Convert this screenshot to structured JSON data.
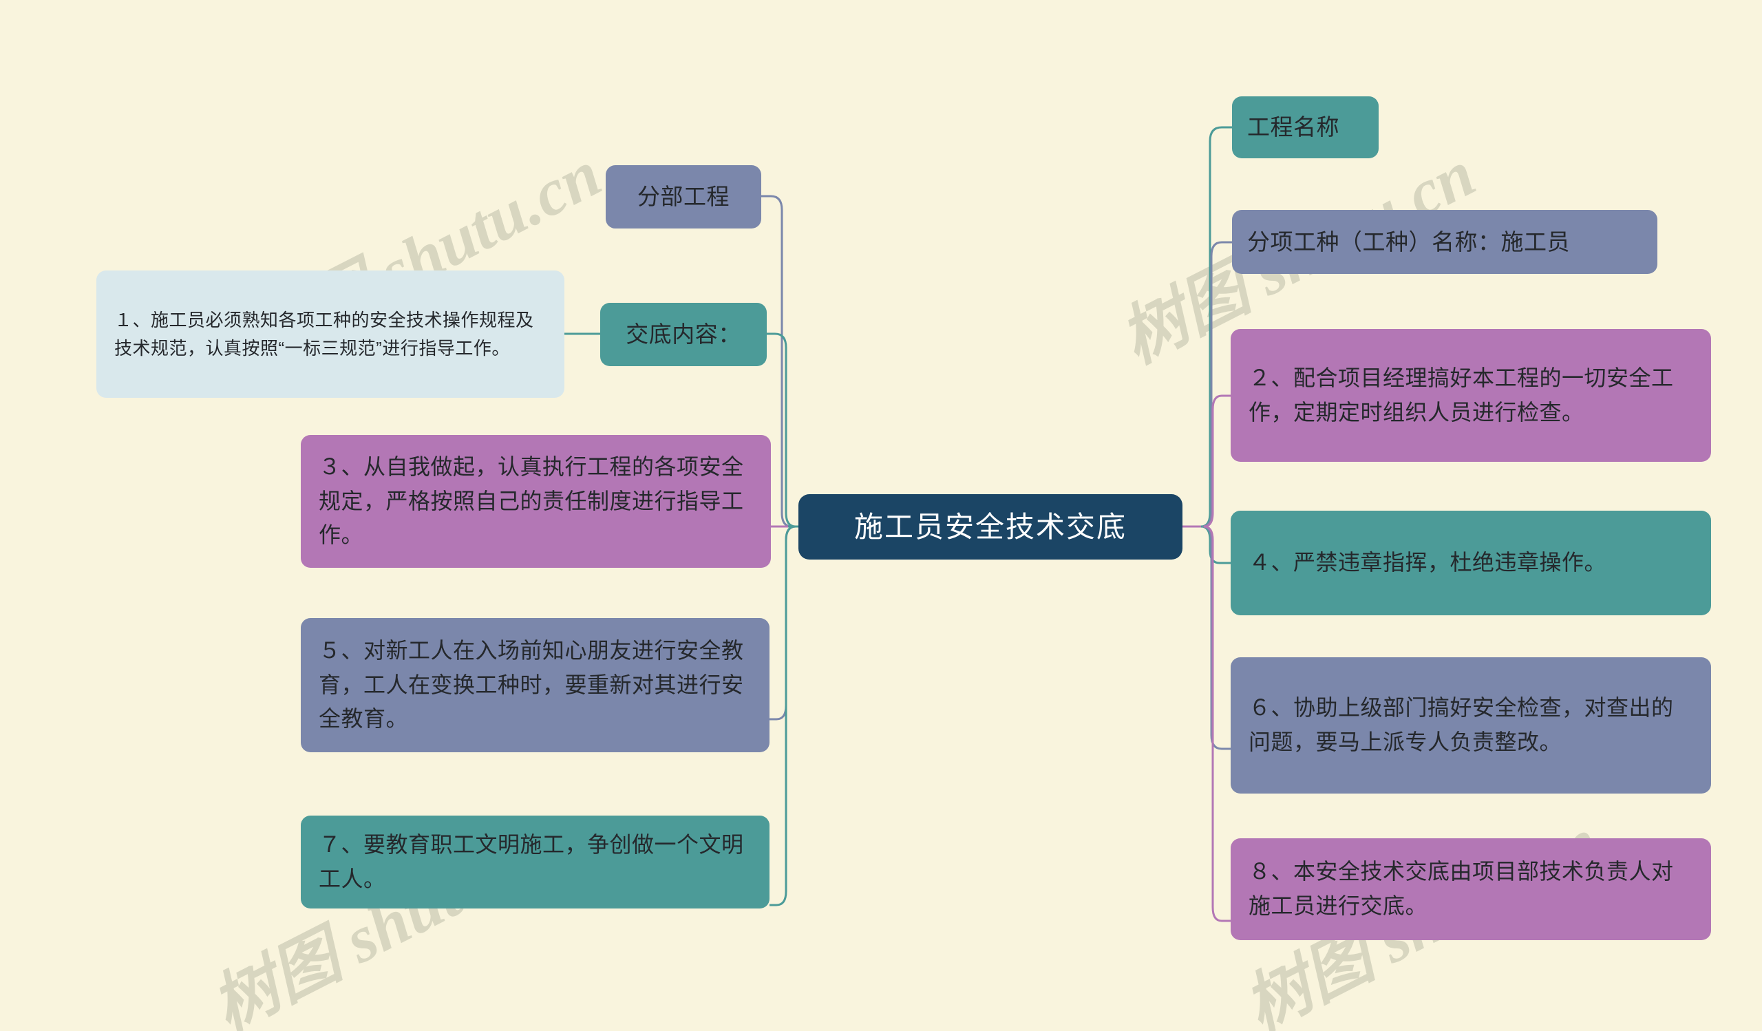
{
  "canvas": {
    "background_color": "#f9f4dd",
    "watermark_text": "树图 shutu.cn"
  },
  "palette": {
    "root": "#1b4565",
    "teal": "#4c9b98",
    "slate": "#7b87ab",
    "orchid": "#b377b5",
    "ice": "#d9e8ec",
    "background": "#f9f4dd",
    "watermark": "#d8d6c0"
  },
  "mindmap": {
    "root": {
      "label": "施工员安全技术交底",
      "color": "#1b4565"
    },
    "left_branches": [
      {
        "id": "left-1",
        "label": "分部工程",
        "color": "#7b87ab"
      },
      {
        "id": "left-2",
        "label": "交底内容：",
        "color": "#4c9b98"
      },
      {
        "id": "left-3",
        "label": "１、施工员必须熟知各项工种的安全技术操作规程及技术规范，认真按照“一标三规范”进行指导工作。",
        "color": "#d9e8ec"
      },
      {
        "id": "left-4",
        "label": "３、从自我做起，认真执行工程的各项安全规定，严格按照自己的责任制度进行指导工作。",
        "color": "#b377b5"
      },
      {
        "id": "left-5",
        "label": "５、对新工人在入场前知心朋友进行安全教育，工人在变换工种时，要重新对其进行安全教育。",
        "color": "#7b87ab"
      },
      {
        "id": "left-6",
        "label": "７、要教育职工文明施工，争创做一个文明工人。",
        "color": "#4c9b98"
      }
    ],
    "right_branches": [
      {
        "id": "right-1",
        "label": "工程名称",
        "color": "#4c9b98"
      },
      {
        "id": "right-2",
        "label": "分项工种（工种）名称：施工员",
        "color": "#7b87ab"
      },
      {
        "id": "right-3",
        "label": "２、配合项目经理搞好本工程的一切安全工作，定期定时组织人员进行检查。",
        "color": "#b377b5"
      },
      {
        "id": "right-4",
        "label": "４、严禁违章指挥，杜绝违章操作。",
        "color": "#4c9b98"
      },
      {
        "id": "right-5",
        "label": "６、协助上级部门搞好安全检查，对查出的问题，要马上派专人负责整改。",
        "color": "#7b87ab"
      },
      {
        "id": "right-6",
        "label": "８、本安全技术交底由项目部技术负责人对施工员进行交底。",
        "color": "#b377b5"
      }
    ]
  }
}
